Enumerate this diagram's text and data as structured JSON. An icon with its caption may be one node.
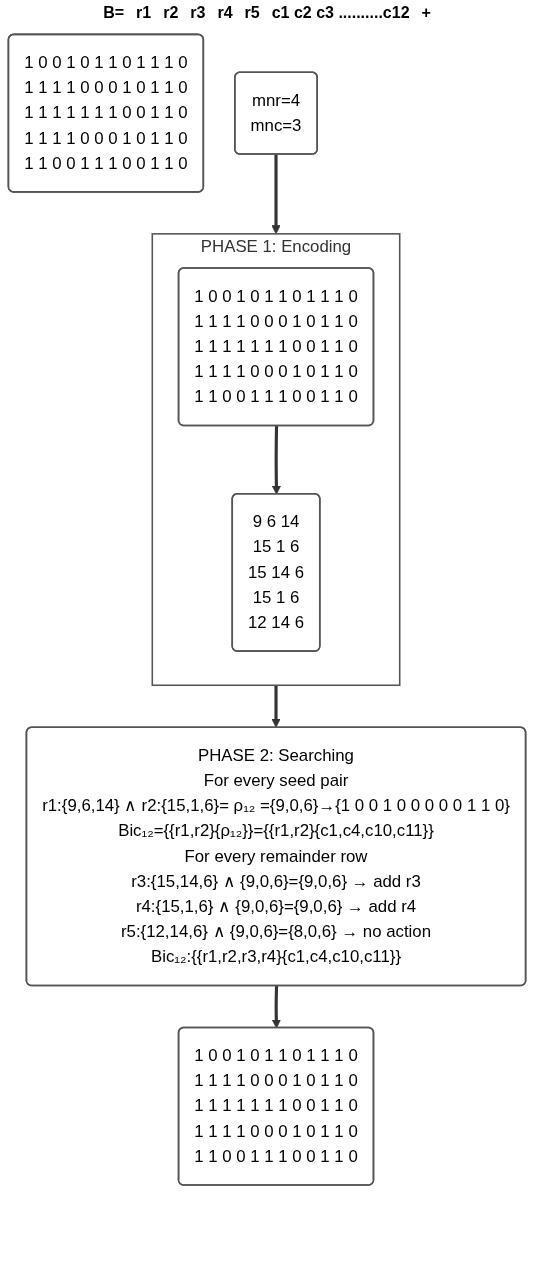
{
  "diagram": {
    "nodes": [
      {
        "text": [
          "1 0 0 1 0 1 1 0 1 1 1 0",
          "1 1 1 1 0 0 0 1 0 1 1 0",
          "1 1 1 1 1 1 1 0 0 1 1 0",
          "1 1 1 1 0 0 0 1 0 1 1 0",
          "1 1 0 0 1 1 1 0 0 1 1 0"
        ]
      },
      {
        "text": [
          "mnr=4",
          "mnc=3"
        ]
      },
      {
        "text": [
          "PHASE 1: Encoding"
        ]
      },
      {
        "text": [
          "1 0 0 1 0 1 1 0 1 1 1 0",
          "1 1 1 1 0 0 0 1 0 1 1 0",
          "1 1 1 1 1 1 1 0 0 1 1 0",
          "1 1 1 1 0 0 0 1 0 1 1 0",
          "1 1 0 0 1 1 1 0 0 1 1 0"
        ],
        "in": 2
      },
      {
        "text": [
          "9 6 14",
          "15 1 6",
          "15 14 6",
          "15 1 6",
          "12 14 6"
        ],
        "in": 2
      },
      {
        "text": [
          "PHASE 2: Searching",
          "For every seed pair",
          "r1:{9,6,14} ∧ r2:{15,1,6}= ρ₁₂ ={9,0,6}→{1 0 0 1 0 0 0 0 0 1 1 0}",
          "Bic₁₂={{r1,r2}{ρ₁₂}}={{r1,r2}{c1,c4,c10,c11}}",
          "For every remainder row",
          "r3:{15,14,6} ∧ {9,0,6}={9,0,6} → add r3",
          "r4:{15,1,6} ∧ {9,0,6}={9,0,6} → add r4",
          "r5:{12,14,6} ∧ {9,0,6}={8,0,6} → no action",
          "Bic₁₂:{{r1,r2,r3,r4}{c1,c4,c10,c11}}"
        ]
      },
      {
        "text": [
          "1 0 0 1 0 1 1 0 1 1 1 0",
          "1 1 1 1 0 0 0 1 0 1 1 0",
          "1 1 1 1 1 1 1 0 0 1 1 0",
          "1 1 1 1 0 0 0 1 0 1 1 0",
          "1 1 0 0 1 1 1 0 0 1 1 0"
        ]
      }
    ],
    "edges": [
      {
        "from": 1,
        "to": 2,
        "arrow": "to"
      },
      {
        "from": 3,
        "to": 4,
        "arrow": "to"
      },
      {
        "from": 2,
        "to": 5,
        "arrow": "to"
      },
      {
        "from": 5,
        "to": 6,
        "arrow": "to"
      }
    ],
    "labels": [
      "B=",
      "r1",
      "r2",
      "r3",
      "r4",
      "r5",
      "c1 c2 c3 ..........c12",
      "+"
    ]
  }
}
